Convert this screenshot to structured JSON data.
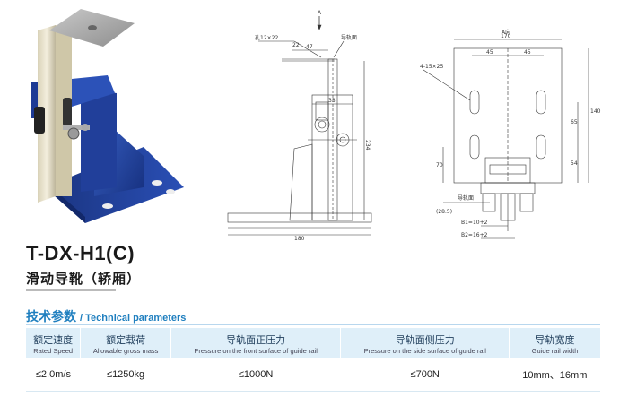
{
  "product": {
    "model": "T-DX-H1(C)",
    "name_cn": "滑动导靴（轿厢）"
  },
  "drawing": {
    "view_arrow_label": "A",
    "hole_label": "孔12×22",
    "rail_surface_label": "导轨面",
    "dims": {
      "d47": "47",
      "d33": "33",
      "d22": "22",
      "d234": "234",
      "d180": "180",
      "d170": "170",
      "d45a": "45",
      "d45b": "45",
      "d65": "65",
      "d140": "140",
      "d54": "54",
      "d70": "70",
      "d28": "(28.5)",
      "b1": "B1=10+2",
      "b2": "B2=16+2"
    },
    "view_a_title": "A向",
    "holes_label": "4-15×25",
    "rail_surface_label2": "导轨面"
  },
  "params": {
    "heading_cn": "技术参数",
    "heading_en": "/ Technical parameters",
    "columns": [
      {
        "cn": "额定速度",
        "en": "Rated Speed"
      },
      {
        "cn": "额定载荷",
        "en": "Allowable gross mass"
      },
      {
        "cn": "导轨面正压力",
        "en": "Pressure on the front surface of guide rail"
      },
      {
        "cn": "导轨面侧压力",
        "en": "Pressure on the side surface of guide rail"
      },
      {
        "cn": "导轨宽度",
        "en": "Guide rail width"
      }
    ],
    "values": [
      "≤2.0m/s",
      "≤1250kg",
      "≤1000N",
      "≤700N",
      "10mm、16mm"
    ]
  },
  "colors": {
    "accent_blue": "#1f7fbf",
    "product_blue": "#1d3f9e",
    "header_bg": "#dfeff9"
  }
}
